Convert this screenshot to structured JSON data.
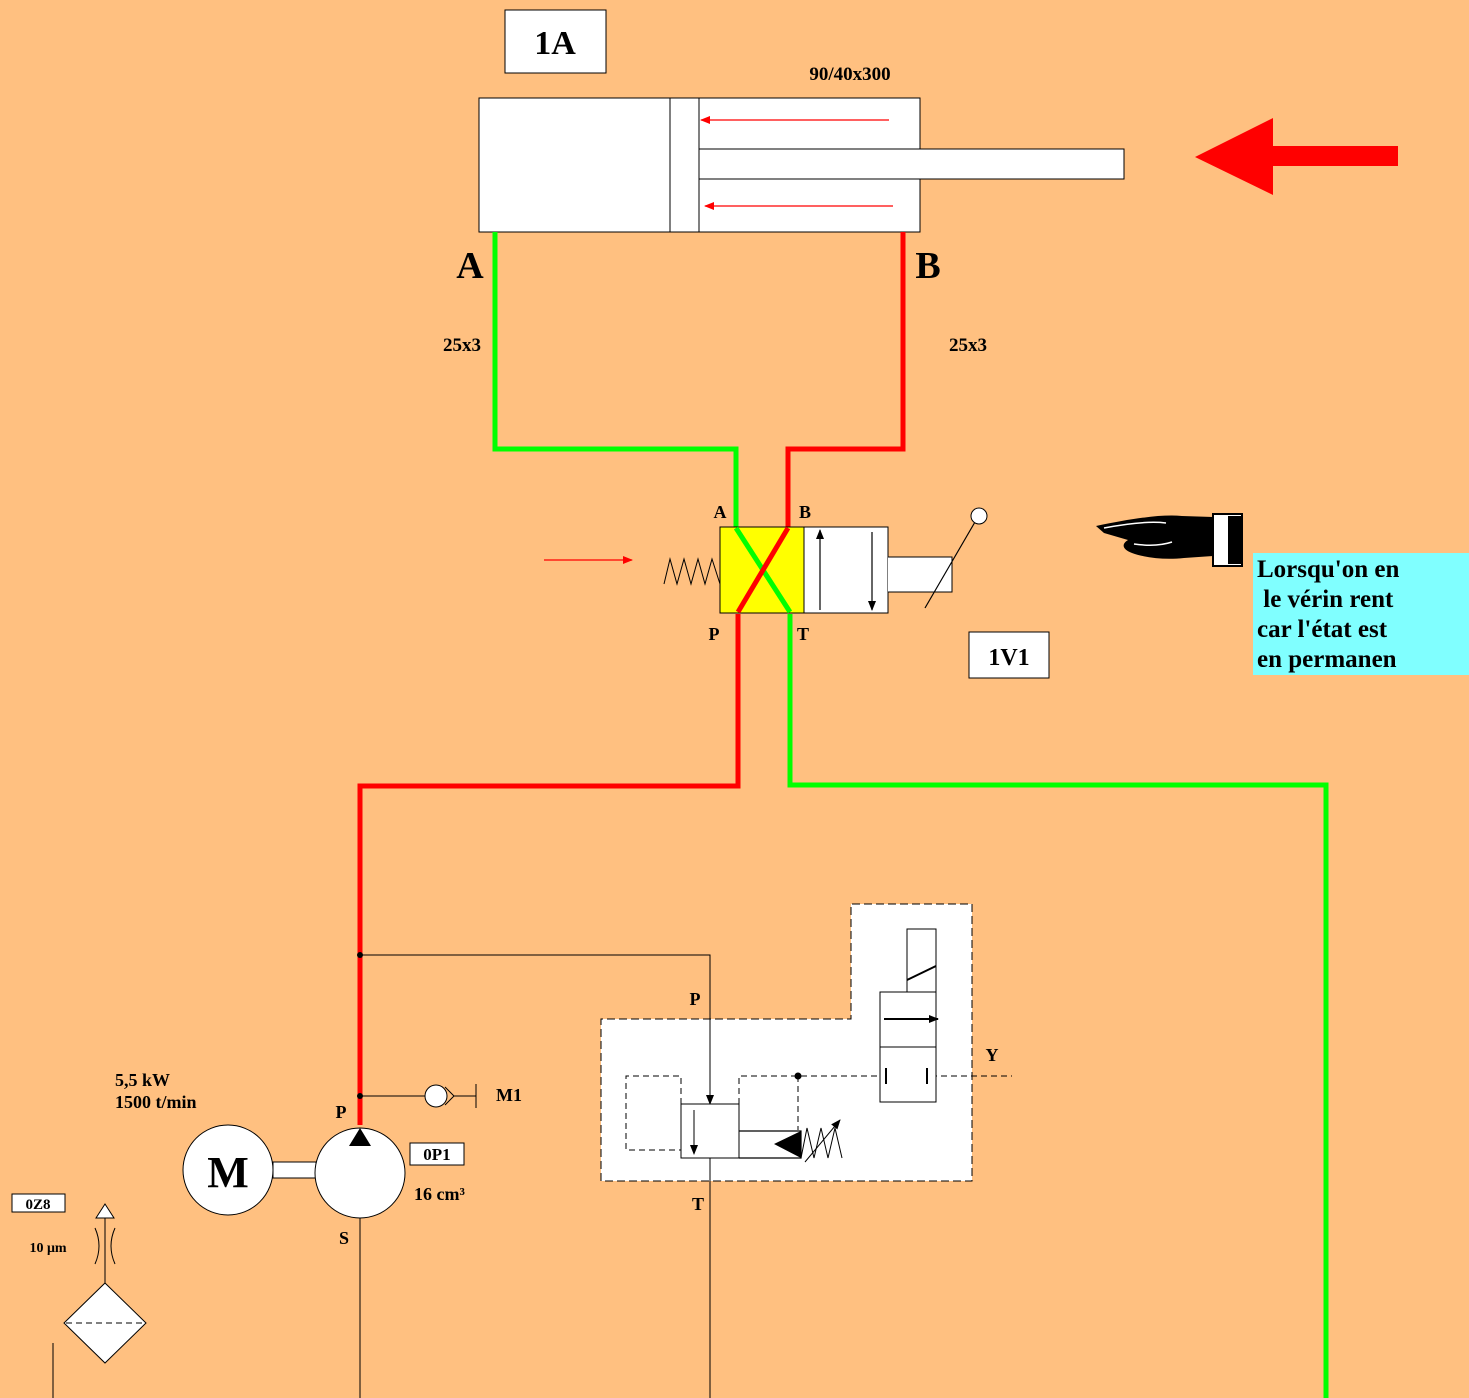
{
  "cylinder": {
    "tag": "1A",
    "size": "90/40x300",
    "port_a": "A",
    "port_b": "B",
    "hose_a": "25x3",
    "hose_b": "25x3",
    "motion": "retracting"
  },
  "valve": {
    "tag": "1V1",
    "port_a": "A",
    "port_b": "B",
    "port_p": "P",
    "port_t": "T",
    "active_position": "crossed",
    "actuation": "lever with detent"
  },
  "note": {
    "lines": [
      "Lorsqu'on en",
      " le vérin rent",
      "car l'état est",
      "en permanen"
    ]
  },
  "relief_valve": {
    "port_p": "P",
    "port_t": "T",
    "port_y": "Y"
  },
  "power_unit": {
    "motor_symbol": "M",
    "motor_power": "5,5 kW",
    "motor_speed": "1500 t/min",
    "pump_tag": "0P1",
    "pump_displacement": "16 cm³",
    "port_p": "P",
    "port_s": "S",
    "gauge_port": "M1",
    "filter_tag": "0Z8",
    "filter_size": "10 μm"
  },
  "colors": {
    "background": "#ffc080",
    "pressure_line": "#ff0000",
    "return_line": "#00ff00",
    "valve_active": "#ffff00",
    "note_background": "#80ffff",
    "direction_arrow": "#ff0000"
  }
}
